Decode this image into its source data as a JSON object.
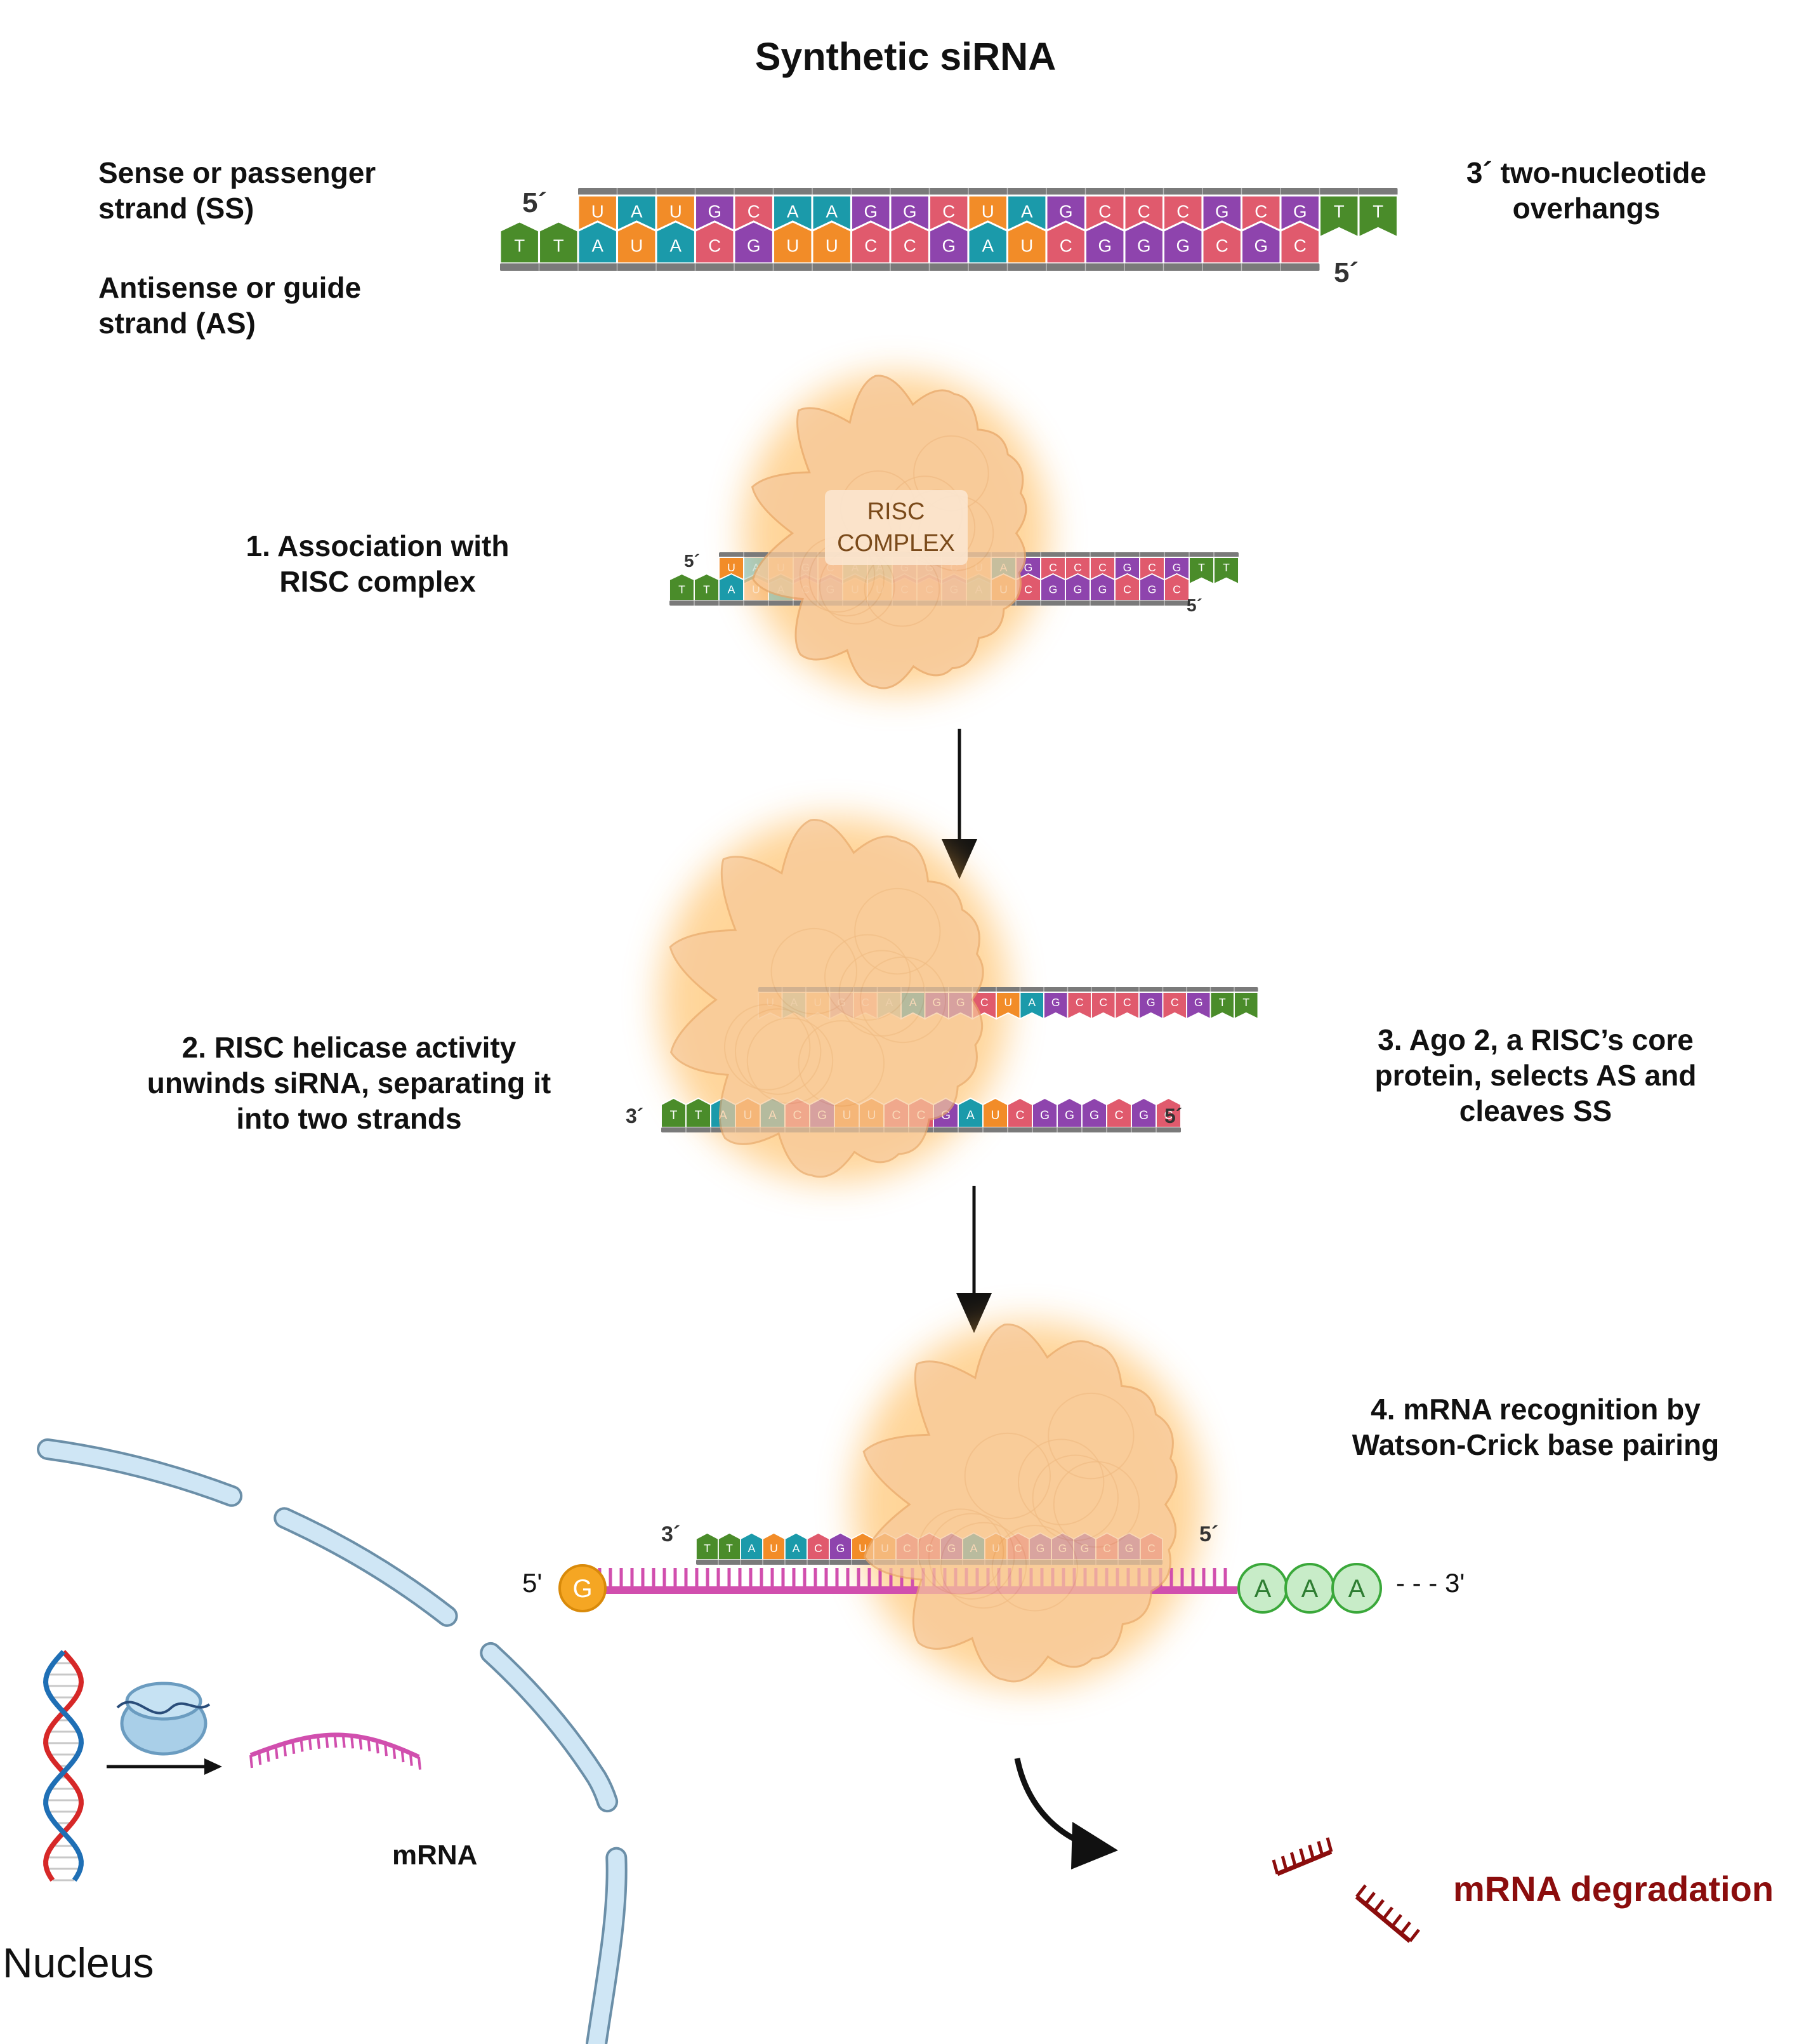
{
  "title": "Synthetic siRNA",
  "labels": {
    "sense_line1": "Sense or passenger",
    "sense_line2": "strand (SS)",
    "antisense_line1": "Antisense or guide",
    "antisense_line2": "strand (AS)",
    "overhang_line1": "3´ two-nucleotide",
    "overhang_line2": "overhangs",
    "five_prime": "5´",
    "three_prime": "3´",
    "five_prime_plain": "5'",
    "three_prime_tail": "- - - 3'",
    "risc_line1": "RISC",
    "risc_line2": "COMPLEX",
    "cap": "G",
    "polyA": [
      "A",
      "A",
      "A"
    ],
    "mrna": "mRNA",
    "nucleus": "Nucleus",
    "degradation": "mRNA degradation"
  },
  "steps": {
    "step1_line1": "1.  Association with",
    "step1_line2": "RISC complex",
    "step2_line1": "2. RISC helicase activity",
    "step2_line2": "unwinds siRNA, separating it",
    "step2_line3": "into two strands",
    "step3_line1": "3. Ago 2, a RISC’s core",
    "step3_line2": "protein, selects AS and",
    "step3_line3": "cleaves SS",
    "step4_line1": "4. mRNA recognition by",
    "step4_line2": "Watson-Crick base pairing"
  },
  "sequences": {
    "sense": [
      "U",
      "A",
      "U",
      "G",
      "C",
      "A",
      "A",
      "G",
      "G",
      "C",
      "U",
      "A",
      "G",
      "C",
      "C",
      "C",
      "G",
      "C",
      "G",
      "T",
      "T"
    ],
    "antisense": [
      "T",
      "T",
      "A",
      "U",
      "A",
      "C",
      "G",
      "U",
      "U",
      "C",
      "C",
      "G",
      "A",
      "U",
      "C",
      "G",
      "G",
      "G",
      "C",
      "G",
      "C"
    ]
  },
  "colors": {
    "U": "#f28c28",
    "A": "#1b9aaa",
    "G": "#8e44ad",
    "C": "#e05a6d",
    "T": "#4a8c2a",
    "backbone": "#7a7a7a",
    "risc": "#f7c99a",
    "mrna": "#d14fae",
    "cap": "#f5a623",
    "polyA": "#c8ecc8",
    "nucleus": "#cfe6f5",
    "degradation": "#8b0d0d"
  }
}
